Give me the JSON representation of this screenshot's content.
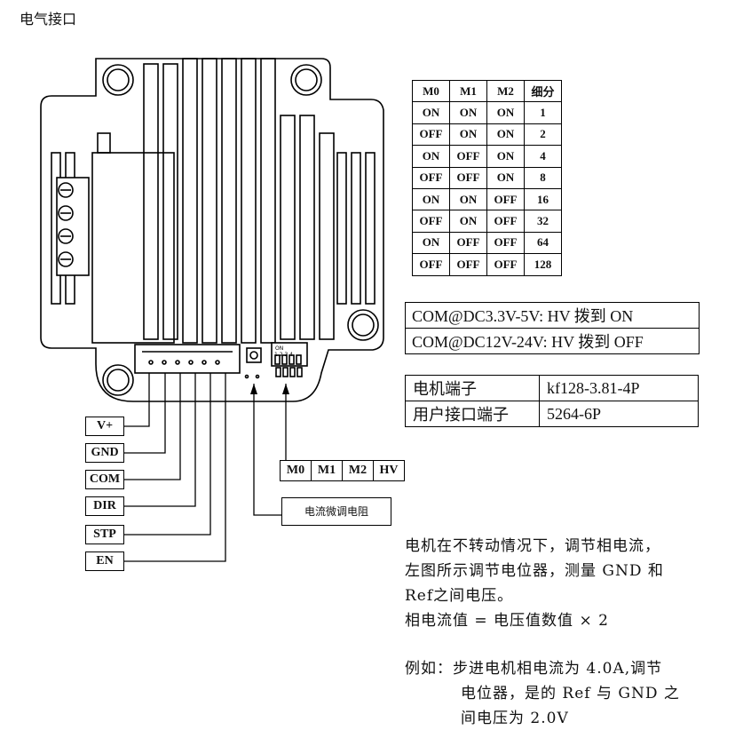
{
  "title": "电气接口",
  "microstep_table": {
    "headers": [
      "M0",
      "M1",
      "M2",
      "细分"
    ],
    "rows": [
      [
        "ON",
        "ON",
        "ON",
        "1"
      ],
      [
        "OFF",
        "ON",
        "ON",
        "2"
      ],
      [
        "ON",
        "OFF",
        "ON",
        "4"
      ],
      [
        "OFF",
        "OFF",
        "ON",
        "8"
      ],
      [
        "ON",
        "ON",
        "OFF",
        "16"
      ],
      [
        "OFF",
        "ON",
        "OFF",
        "32"
      ],
      [
        "ON",
        "OFF",
        "OFF",
        "64"
      ],
      [
        "OFF",
        "OFF",
        "OFF",
        "128"
      ]
    ]
  },
  "voltage_table": [
    "COM@DC3.3V-5V:  HV 拨到 ON",
    "COM@DC12V-24V:  HV 拨到 OFF"
  ],
  "terminal_table": [
    [
      "电机端子",
      "kf128-3.81-4P"
    ],
    [
      "用户接口端子",
      "5264-6P"
    ]
  ],
  "pins": [
    "V+",
    "GND",
    "COM",
    "DIR",
    "STP",
    "EN"
  ],
  "dip_labels": [
    "M0",
    "M1",
    "M2",
    "HV"
  ],
  "dip_tiny_text": {
    "on": "ON",
    "nums": "1 2 3 4"
  },
  "trim_label": "电流微调电阻",
  "notes": [
    "电机在不转动情况下，调节相电流，",
    "左图所示调节电位器，测量 GND 和",
    "Ref之间电压。",
    "相电流值 = 电压值数值 × 2",
    "例如：步进电机相电流为 4.0A,调节",
    "电位器，是的 Ref 与 GND 之",
    "间电压为 2.0V"
  ]
}
